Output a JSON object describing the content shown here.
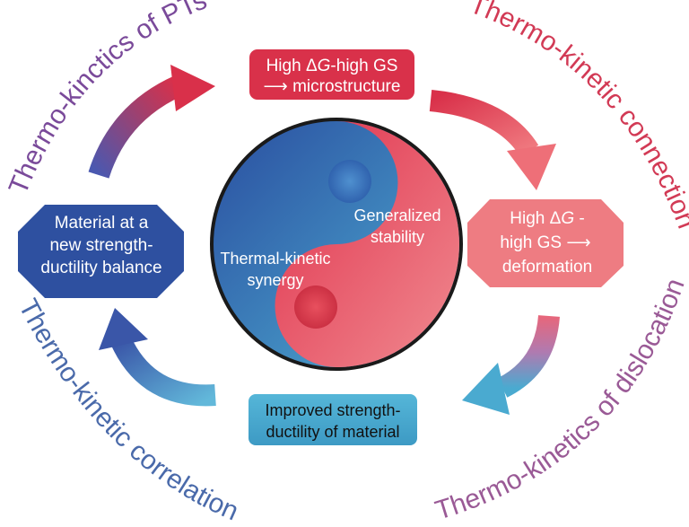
{
  "nodes": {
    "top": {
      "line1_pre": "High ",
      "line1_delta": "Δ",
      "line1_g": "G",
      "line1_post": "-high GS",
      "line2_arrow": "⟶",
      "line2_text": " microstructure"
    },
    "right": {
      "line1_pre": "High ",
      "line1_delta": "Δ",
      "line1_g": "G",
      "line1_post": " -",
      "line2_text": "high GS ",
      "line2_arrow": "⟶",
      "line3": "deformation"
    },
    "bottom": {
      "line1": "Improved strength-",
      "line2": "ductility of material"
    },
    "left": {
      "line1": "Material at a",
      "line2": "new strength-",
      "line3": "ductility balance"
    }
  },
  "yin_yang": {
    "red_label_line1": "Generalized",
    "red_label_line2": "stability",
    "blue_label_line1": "Thermal-kinetic",
    "blue_label_line2": "synergy"
  },
  "curved_labels": {
    "top_left": "Thermo-kinctics of PTs",
    "top_right": "Thermo-kinetic connection",
    "bottom_right": "Thermo-kinetics of dislocation",
    "bottom_left": "Thermo-kinetic correlation"
  },
  "colors": {
    "red": "#d9314a",
    "pink": "#ef7a80",
    "blue_dark": "#2e4f9e",
    "blue_mid": "#3b74b8",
    "cyan": "#4aa6c9",
    "purple": "#7a4a9a"
  }
}
